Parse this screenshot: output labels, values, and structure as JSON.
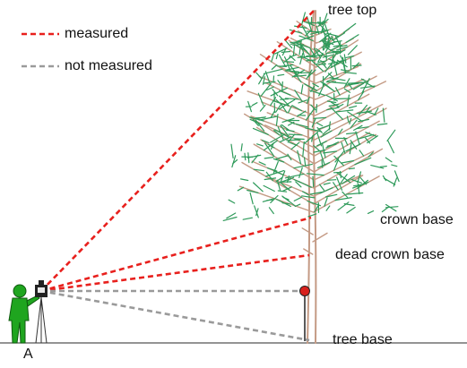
{
  "legend": {
    "measured": {
      "label": "measured",
      "color": "#e8201d"
    },
    "not_measured": {
      "label": "not measured",
      "color": "#9a9a9a"
    }
  },
  "labels": {
    "tree_top": "tree top",
    "crown_base": "crown base",
    "dead_crown_base": "dead crown base",
    "tree_base": "tree base",
    "observer_point": "A"
  },
  "colors": {
    "foliage": "#2e9a5a",
    "trunk": "#c49a84",
    "person": "#1fa51f",
    "ground": "#555555",
    "marker": "#d8201c"
  },
  "icons": {
    "observer": "person-icon",
    "instrument": "clinometer-icon",
    "target_pole": "target-pole-icon"
  }
}
